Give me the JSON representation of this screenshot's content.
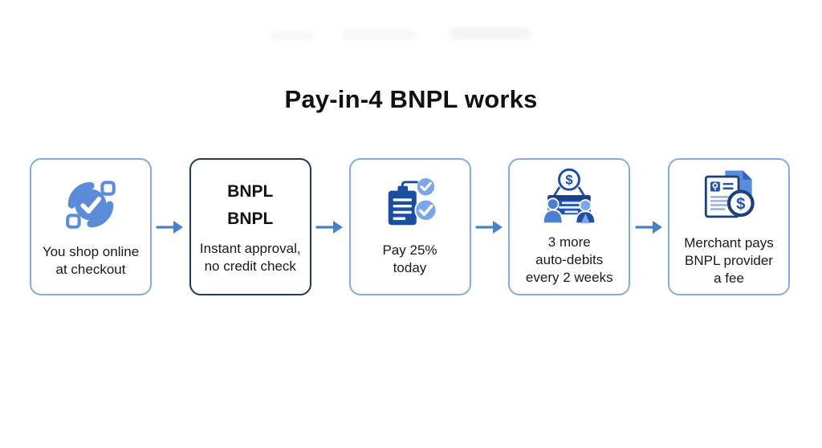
{
  "page": {
    "background": "#ffffff"
  },
  "title": "Pay-in-4 BNPL works",
  "colors": {
    "title_text": "#111111",
    "body_text": "#1a1a1d",
    "box_border_light": "#86acdc",
    "box_border_dark": "#1e3a5c",
    "arrow": "#4a80c9",
    "icon_dark_blue": "#1d4fa1",
    "icon_medium_blue": "#4a7fd1",
    "icon_light_blue": "#7ca6e8",
    "icon_navy_outline": "#1d3f7a"
  },
  "icons": {
    "step_shop": "sync-check-icon",
    "step_pay": "clipboard-checks-icon",
    "step_debits": "auto-debit-people-icon",
    "step_fee": "invoice-dollar-icon",
    "arrow": "right-arrow-icon",
    "dollar_glyph": "$"
  },
  "flow": {
    "steps": [
      {
        "id": "shop",
        "lines": {
          "l1": "You shop online",
          "l2": "at checkout"
        }
      },
      {
        "id": "bnpl-approval",
        "emphasized": true,
        "heading": {
          "h1": "BNPL",
          "h2": "BNPL"
        },
        "lines": {
          "l1": "Instant approval,",
          "l2": "no credit check"
        }
      },
      {
        "id": "pay-today",
        "lines": {
          "l1": "Pay 25%",
          "l2": "today"
        }
      },
      {
        "id": "auto-debits",
        "lines": {
          "l1": "3 more",
          "l2": "auto-debits",
          "l3": "every 2 weeks"
        }
      },
      {
        "id": "merchant-fee",
        "lines": {
          "l1": "Merchant pays",
          "l2": "BNPL provider",
          "l3": "a fee"
        }
      }
    ]
  }
}
